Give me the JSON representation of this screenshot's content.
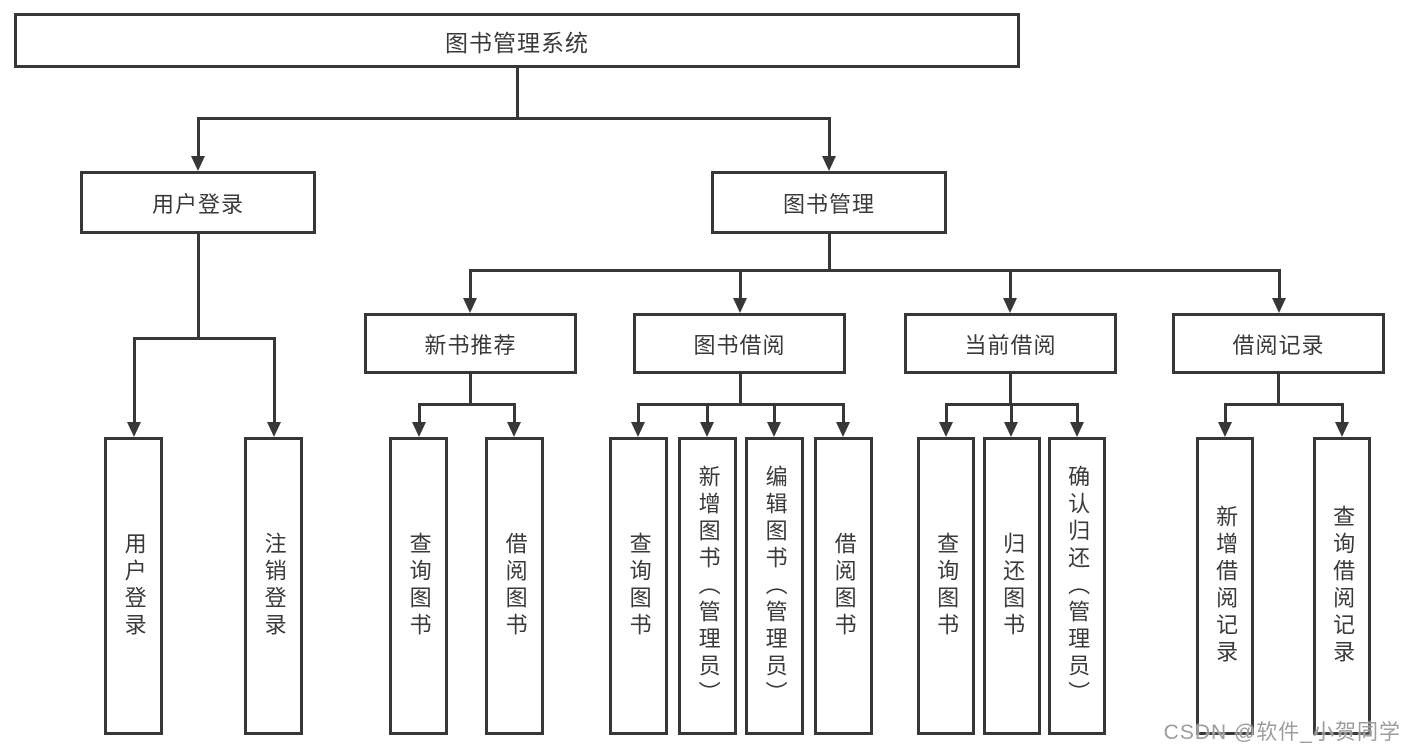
{
  "tree": {
    "root": "图书管理系统",
    "level2": [
      "用户登录",
      "图书管理"
    ],
    "level3": [
      "新书推荐",
      "图书借阅",
      "当前借阅",
      "借阅记录"
    ],
    "groups": [
      [
        "用户登录",
        "注销登录"
      ],
      [
        "查询图书",
        "借阅图书"
      ],
      [
        "查询图书",
        "新增图书（管理员）",
        "编辑图书（管理员）",
        "借阅图书"
      ],
      [
        "查询图书",
        "归还图书",
        "确认归还（管理员）"
      ],
      [
        "新增借阅记录",
        "查询借阅记录"
      ]
    ]
  },
  "watermark": "CSDN @软件_小贺同学",
  "colors": {
    "line": "#373737",
    "text": "#3a3a3a",
    "background": "#ffffff",
    "watermark": "#9d9d9d"
  }
}
